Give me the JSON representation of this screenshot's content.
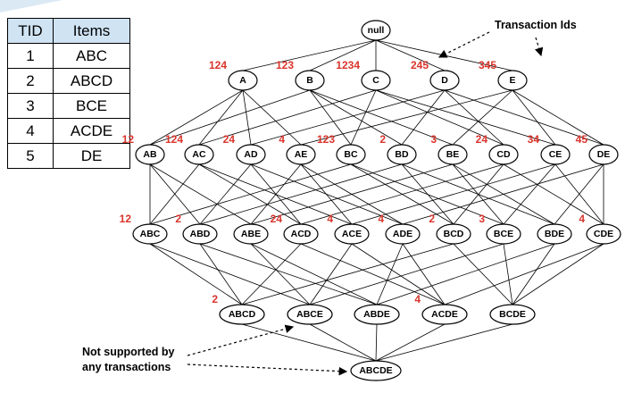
{
  "table": {
    "headers": {
      "tid": "TID",
      "items": "Items"
    },
    "rows": [
      {
        "tid": "1",
        "items": "ABC"
      },
      {
        "tid": "2",
        "items": "ABCD"
      },
      {
        "tid": "3",
        "items": "BCE"
      },
      {
        "tid": "4",
        "items": "ACDE"
      },
      {
        "tid": "5",
        "items": "DE"
      }
    ]
  },
  "annotations": {
    "transaction_ids": "Transaction Ids",
    "not_supported_line1": "Not supported by",
    "not_supported_line2": "any transactions"
  },
  "lattice": {
    "levels": [
      [
        {
          "label": "null",
          "tids": ""
        }
      ],
      [
        {
          "label": "A",
          "tids": "124"
        },
        {
          "label": "B",
          "tids": "123"
        },
        {
          "label": "C",
          "tids": "1234"
        },
        {
          "label": "D",
          "tids": "245"
        },
        {
          "label": "E",
          "tids": "345"
        }
      ],
      [
        {
          "label": "AB",
          "tids": "12"
        },
        {
          "label": "AC",
          "tids": "124"
        },
        {
          "label": "AD",
          "tids": "24"
        },
        {
          "label": "AE",
          "tids": "4"
        },
        {
          "label": "BC",
          "tids": "123"
        },
        {
          "label": "BD",
          "tids": "2"
        },
        {
          "label": "BE",
          "tids": "3"
        },
        {
          "label": "CD",
          "tids": "24"
        },
        {
          "label": "CE",
          "tids": "34"
        },
        {
          "label": "DE",
          "tids": "45"
        }
      ],
      [
        {
          "label": "ABC",
          "tids": "12"
        },
        {
          "label": "ABD",
          "tids": "2"
        },
        {
          "label": "ABE",
          "tids": ""
        },
        {
          "label": "ACD",
          "tids": "24"
        },
        {
          "label": "ACE",
          "tids": "4"
        },
        {
          "label": "ADE",
          "tids": "4"
        },
        {
          "label": "BCD",
          "tids": "2"
        },
        {
          "label": "BCE",
          "tids": "3"
        },
        {
          "label": "BDE",
          "tids": ""
        },
        {
          "label": "CDE",
          "tids": "4"
        }
      ],
      [
        {
          "label": "ABCD",
          "tids": "2"
        },
        {
          "label": "ABCE",
          "tids": ""
        },
        {
          "label": "ABDE",
          "tids": ""
        },
        {
          "label": "ACDE",
          "tids": "4"
        },
        {
          "label": "BCDE",
          "tids": ""
        }
      ],
      [
        {
          "label": "ABCDE",
          "tids": ""
        }
      ]
    ]
  },
  "colors": {
    "tid_label": "#d9342b",
    "table_header": "#cfe3f3"
  }
}
